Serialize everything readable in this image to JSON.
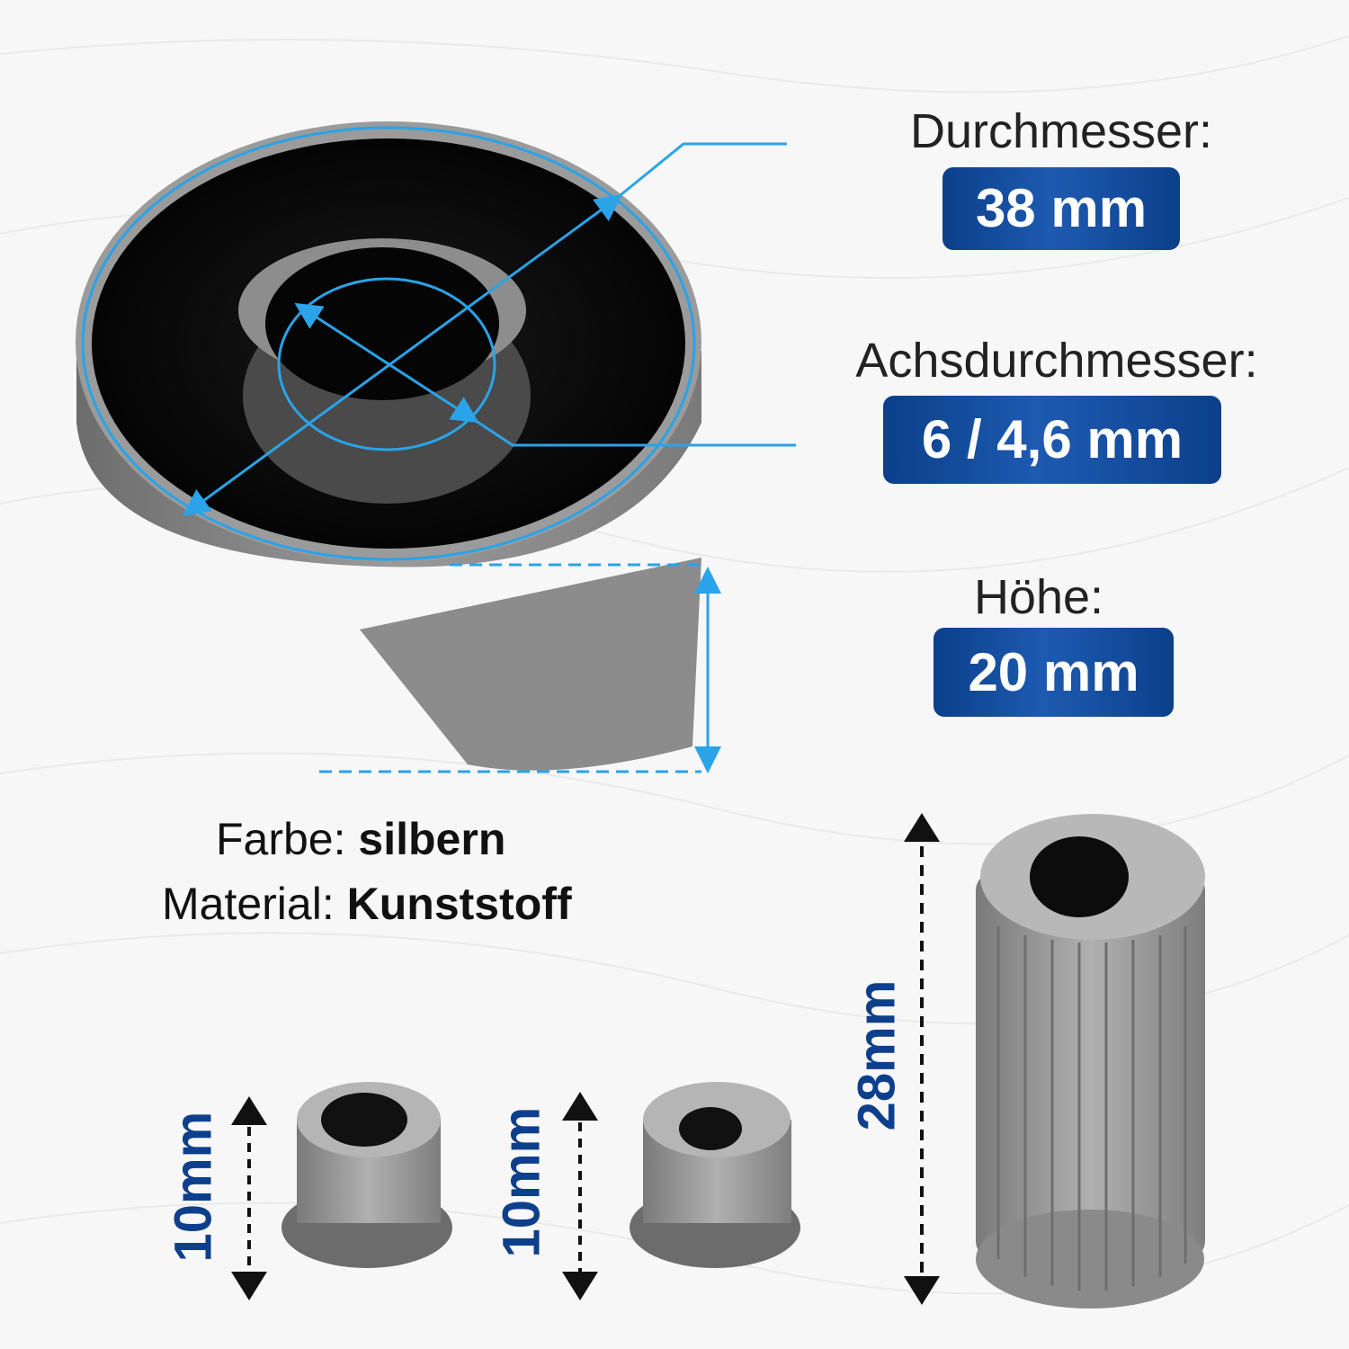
{
  "specs": {
    "diameter": {
      "label": "Durchmesser:",
      "value": "38 mm"
    },
    "axis_diameter": {
      "label": "Achsdurchmesser:",
      "value": "6 / 4,6 mm"
    },
    "height": {
      "label": "Höhe:",
      "value": "20 mm"
    }
  },
  "properties": {
    "color_label": "Farbe:",
    "color_value": "silbern",
    "material_label": "Material:",
    "material_value": "Kunststoff"
  },
  "adapters": [
    {
      "name": "adapter-small-1",
      "height_label": "10mm"
    },
    {
      "name": "adapter-small-2",
      "height_label": "10mm"
    },
    {
      "name": "adapter-long",
      "height_label": "28mm"
    }
  ],
  "colors": {
    "badge_blue": "#1a4f9f",
    "dimension_blue": "#2aa3e8",
    "label_blue": "#0d3f8c",
    "text_dark": "#222222"
  }
}
